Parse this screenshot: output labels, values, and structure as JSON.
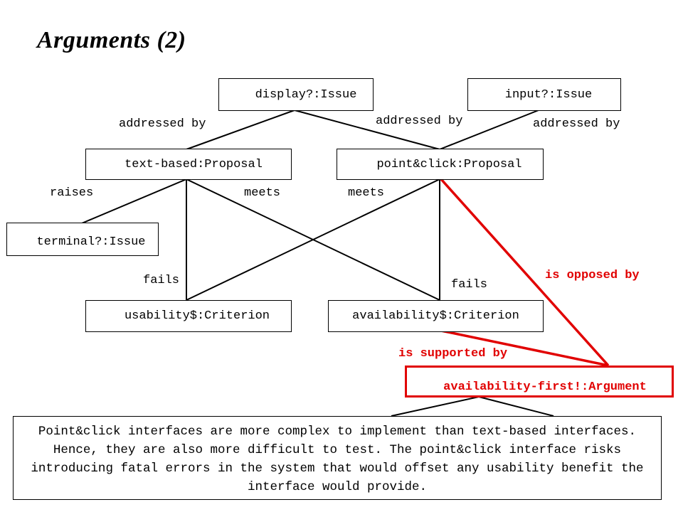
{
  "title": "Arguments (2)",
  "nodes": {
    "display_issue": "display?:Issue",
    "input_issue": "input?:Issue",
    "text_based": "text-based:Proposal",
    "point_click": "point&click:Proposal",
    "terminal_issue": "terminal?:Issue",
    "usability": "usability$:Criterion",
    "availability": "availability$:Criterion",
    "argument": "availability-first!:Argument"
  },
  "edge_labels": {
    "addressed_by_1": "addressed by",
    "addressed_by_2": "addressed by",
    "addressed_by_3": "addressed by",
    "raises": "raises",
    "meets_1": "meets",
    "meets_2": "meets",
    "fails_1": "fails",
    "fails_2": "fails",
    "is_opposed_by": "is opposed by",
    "is_supported_by": "is supported by"
  },
  "note": "Point&click interfaces are more complex to implement than text-based interfaces. Hence, they are also more difficult to test. The point&click interface risks introducing fatal errors in the system that would offset any usability benefit the interface would provide.",
  "colors": {
    "highlight": "#e10000",
    "line": "#000000"
  }
}
